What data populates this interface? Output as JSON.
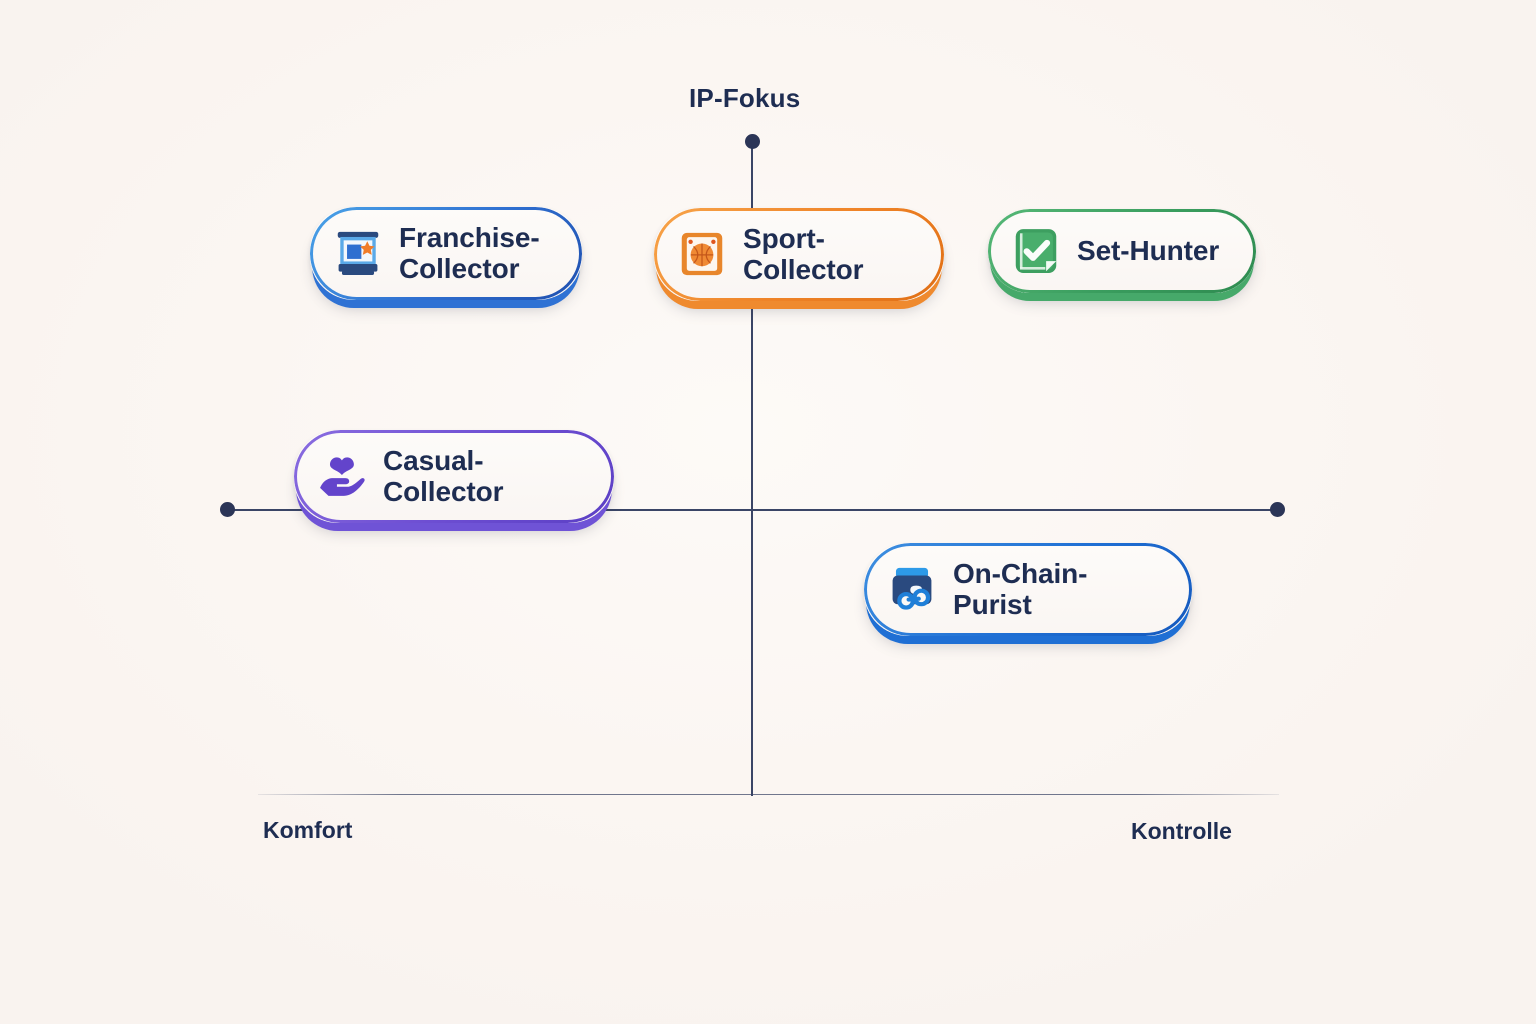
{
  "axes": {
    "top_label": "IP-Fokus",
    "left_label": "Komfort",
    "right_label": "Kontrolle"
  },
  "colors": {
    "background": "#fbf6f2",
    "axis": "#3a4566",
    "text": "#1e2d52",
    "franchise": "#2f6fd0",
    "sport": "#ef8327",
    "set": "#3a9d5e",
    "casual": "#6d4ed2",
    "purist": "#1f6fd4"
  },
  "chart_data": {
    "type": "scatter",
    "title": "",
    "subtitle": "",
    "xlabel": "",
    "ylabel": "",
    "x_axis_low_label": "Komfort",
    "x_axis_high_label": "Kontrolle",
    "y_axis_high_label": "IP-Fokus",
    "xlim": [
      0,
      100
    ],
    "ylim": [
      0,
      100
    ],
    "grid": false,
    "legend": "none",
    "points": [
      {
        "label": "Franchise-Collector",
        "x": 22,
        "y": 72,
        "color": "#2f6fd0",
        "icon": "showcase-display-case-icon"
      },
      {
        "label": "Sport-Collector",
        "x": 55,
        "y": 72,
        "color": "#ef8327",
        "icon": "basketball-card-icon"
      },
      {
        "label": "Set-Hunter",
        "x": 87,
        "y": 72,
        "color": "#3a9d5e",
        "icon": "checklist-binder-icon"
      },
      {
        "label": "Casual-Collector",
        "x": 18,
        "y": 50,
        "color": "#6d4ed2",
        "icon": "hand-holding-heart-icon"
      },
      {
        "label": "On-Chain-Purist",
        "x": 70,
        "y": 38,
        "color": "#1f6fd4",
        "icon": "wallet-chain-link-icon"
      }
    ]
  },
  "chips": [
    {
      "label": "Franchise-\nCollector",
      "icon_name": "showcase-display-case-icon"
    },
    {
      "label": "Sport-Collector",
      "icon_name": "basketball-card-icon"
    },
    {
      "label": "Set-Hunter",
      "icon_name": "checklist-binder-icon"
    },
    {
      "label": "Casual-Collector",
      "icon_name": "hand-holding-heart-icon"
    },
    {
      "label": "On-Chain-Purist",
      "icon_name": "wallet-chain-link-icon"
    }
  ]
}
